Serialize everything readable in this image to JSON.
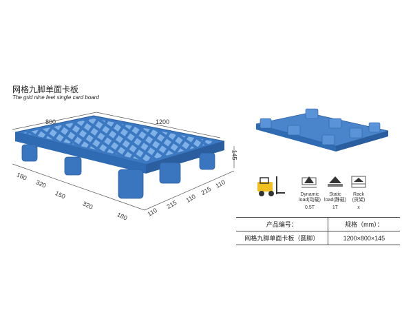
{
  "product": {
    "title_zh": "网格九脚单面卡板",
    "title_en": "The grid nine feet single card board"
  },
  "dimensions": {
    "width": "800",
    "length": "1200",
    "height": "145",
    "front": [
      "180",
      "320",
      "150",
      "320",
      "180"
    ],
    "side": [
      "110",
      "215",
      "110",
      "215",
      "110"
    ]
  },
  "load": [
    {
      "icon": "dynamic-load-icon",
      "label_en": "Dynamic",
      "label_en2": "load(动载)",
      "value": "0.5T"
    },
    {
      "icon": "static-load-icon",
      "label_en": "Static",
      "label_en2": "load(静载)",
      "value": "1T"
    },
    {
      "icon": "rack-load-icon",
      "label_en": "Rack",
      "label_en2": "(货架)",
      "value": "x"
    }
  ],
  "spec_table": {
    "header_name": "产品编号：",
    "header_spec": "规格（mm）：",
    "row_name": "网格九脚单面卡板（圆脚）",
    "row_spec": "1200×800×145"
  },
  "colors": {
    "pallet": "#3b78c2",
    "pallet_dark": "#2a5e9e",
    "forklift": "#f0c020"
  }
}
